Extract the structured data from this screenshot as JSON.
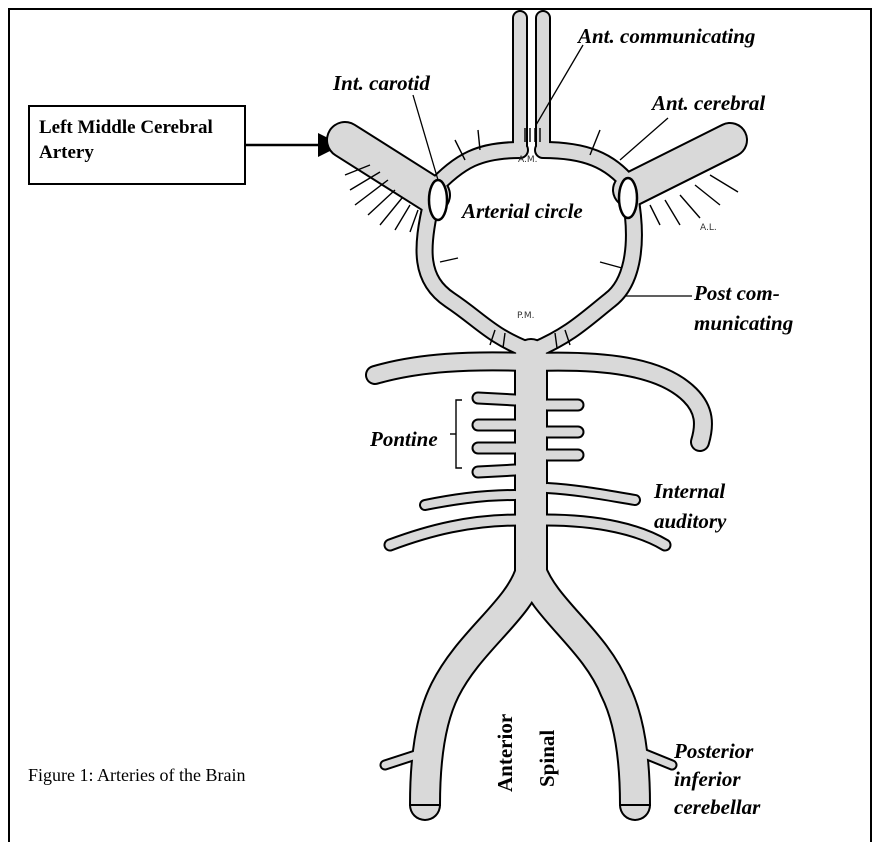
{
  "callout": {
    "text_line1": "Left Middle Cerebral",
    "text_line2": "Artery"
  },
  "caption": "Figure 1: Arteries of the Brain",
  "labels": {
    "int_carotid": "Int. carotid",
    "ant_communicating": "Ant. communicating",
    "ant_cerebral": "Ant. cerebral",
    "arterial_circle": "Arterial circle",
    "post_communicating_1": "Post com-",
    "post_communicating_2": "municating",
    "pontine": "Pontine",
    "internal_auditory_1": "Internal",
    "internal_auditory_2": "auditory",
    "posterior_inferior_1": "Posterior",
    "posterior_inferior_2": "inferior",
    "posterior_inferior_3": "cerebellar",
    "anterior": "Anterior",
    "spinal": "Spinal"
  },
  "engraved_labels": {
    "am": "A.M.",
    "al": "A.L.",
    "pm": "P.M."
  },
  "colors": {
    "vessel_fill": "#d9d9d9",
    "line": "#000000",
    "background": "#ffffff"
  }
}
